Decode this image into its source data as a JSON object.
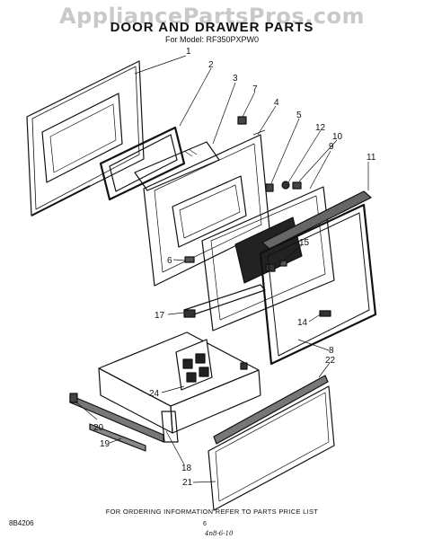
{
  "watermark": "AppliancePartsPros.com",
  "header": {
    "title": "DOOR AND DRAWER PARTS",
    "model": "For Model: RF350PXPW0"
  },
  "callouts": {
    "c1": "1",
    "c2": "2",
    "c3": "3",
    "c4": "4",
    "c5": "5",
    "c6": "6",
    "c7": "7",
    "c8": "8",
    "c9": "9",
    "c10": "10",
    "c11": "11",
    "c12": "12",
    "c14": "14",
    "c15": "15",
    "c17": "17",
    "c18": "18",
    "c19": "19",
    "c20": "20",
    "c21": "21",
    "c22": "22",
    "c24": "24"
  },
  "footer": {
    "note": "FOR ORDERING INFORMATION REFER TO PARTS PRICE LIST",
    "doc_id": "8B4206",
    "page": "6",
    "handwritten": "4n8-6-10"
  }
}
